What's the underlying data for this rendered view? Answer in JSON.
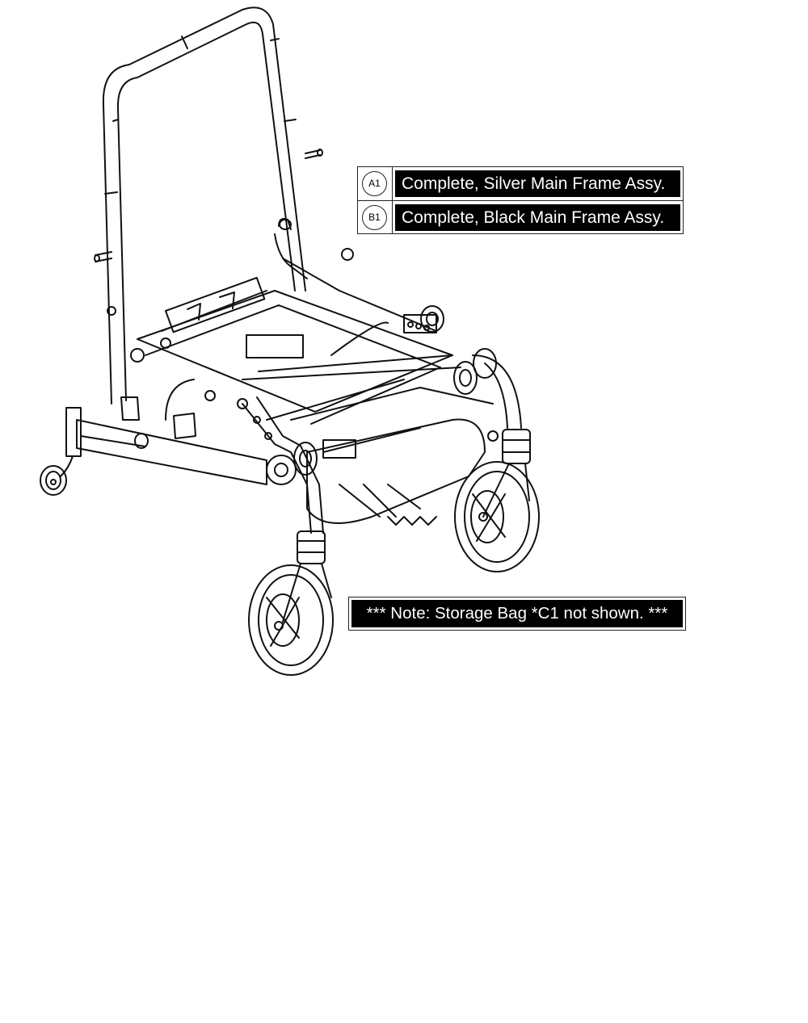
{
  "parts": [
    {
      "code": "A1",
      "description": "Complete, Silver Main Frame Assy."
    },
    {
      "code": "B1",
      "description": "Complete, Black Main Frame Assy."
    }
  ],
  "note": "*** Note: Storage Bag *C1 not shown. ***",
  "colors": {
    "line": "#111111",
    "label_bg": "#000000",
    "label_text": "#ffffff"
  }
}
